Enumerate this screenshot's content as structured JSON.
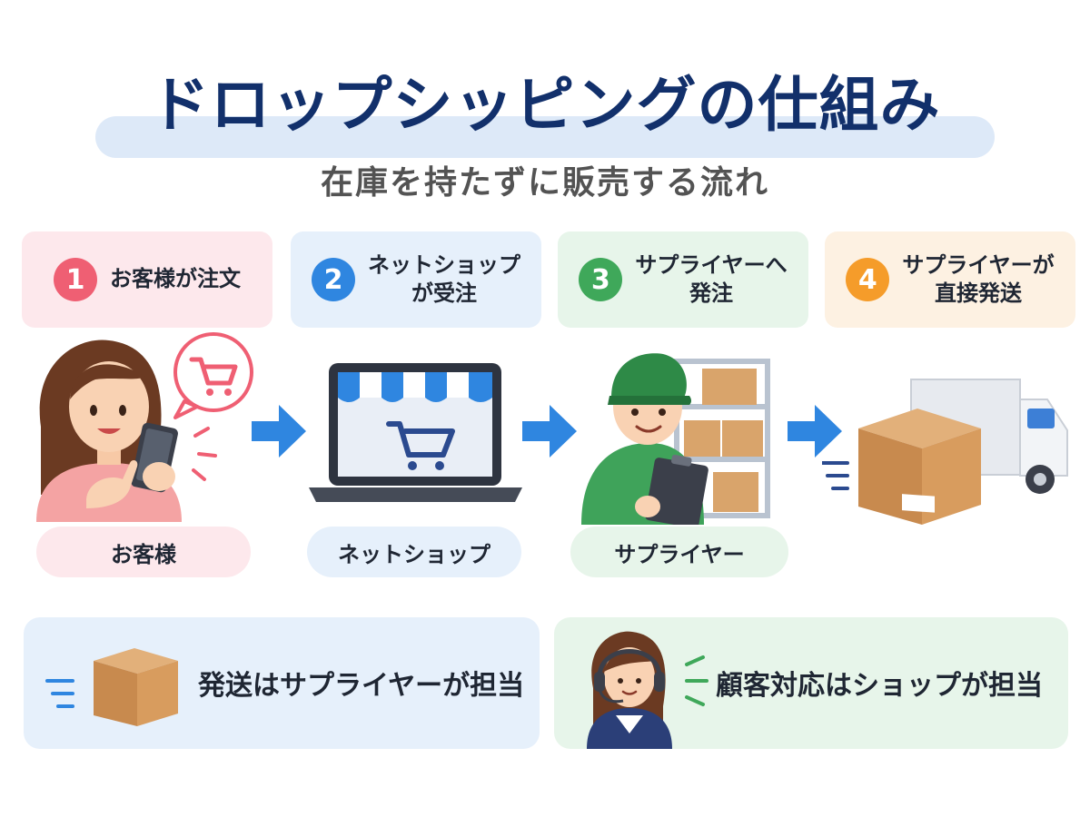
{
  "title": "ドロップシッピングの仕組み",
  "subtitle": "在庫を持たずに販売する流れ",
  "steps": [
    {
      "number": "1",
      "label": "お客様が注文",
      "color": "#ef5f73",
      "bg": "#fde8ec"
    },
    {
      "number": "2",
      "label": "ネットショップ\nが受注",
      "color": "#2f86e0",
      "bg": "#e6f0fb"
    },
    {
      "number": "3",
      "label": "サプライヤーへ\n発注",
      "color": "#3fa85a",
      "bg": "#e7f5ea"
    },
    {
      "number": "4",
      "label": "サプライヤーが\n直接発送",
      "color": "#f59c2a",
      "bg": "#fdf1e2"
    }
  ],
  "actors": [
    {
      "label": "お客様",
      "bg": "#fde8ec"
    },
    {
      "label": "ネットショップ",
      "bg": "#e6f0fb"
    },
    {
      "label": "サプライヤー",
      "bg": "#e7f5ea"
    }
  ],
  "info": [
    {
      "text": "発送はサプライヤーが担当",
      "icon": "package-icon",
      "bg": "#e6f0fb"
    },
    {
      "text": "顧客対応はショップが担当",
      "icon": "support-agent-icon",
      "bg": "#e7f5ea"
    }
  ],
  "arrow_color": "#2f86e0"
}
